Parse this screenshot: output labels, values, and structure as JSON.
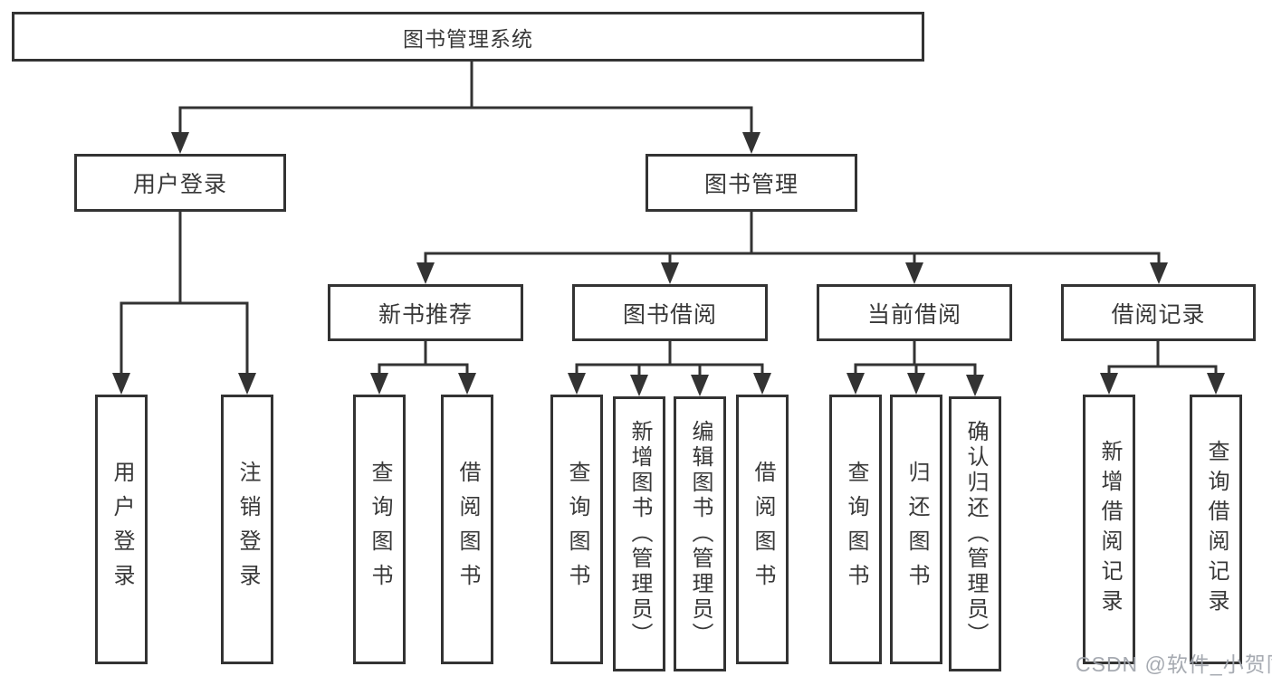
{
  "tree": {
    "label": "图书管理系统",
    "children": [
      {
        "label": "用户登录",
        "children": [
          {
            "label": "用户登录"
          },
          {
            "label": "注销登录"
          }
        ]
      },
      {
        "label": "图书管理",
        "children": [
          {
            "label": "新书推荐",
            "children": [
              {
                "label": "查询图书"
              },
              {
                "label": "借阅图书"
              }
            ]
          },
          {
            "label": "图书借阅",
            "children": [
              {
                "label": "查询图书"
              },
              {
                "label": "新增图书（管理员）"
              },
              {
                "label": "编辑图书（管理员）"
              },
              {
                "label": "借阅图书"
              }
            ]
          },
          {
            "label": "当前借阅",
            "children": [
              {
                "label": "查询图书"
              },
              {
                "label": "归还图书"
              },
              {
                "label": "确认归还（管理员）"
              }
            ]
          },
          {
            "label": "借阅记录",
            "children": [
              {
                "label": "新增借阅记录"
              },
              {
                "label": "查询借阅记录"
              }
            ]
          }
        ]
      }
    ]
  },
  "watermark": {
    "text": "CSDN @软件_小贺同学"
  },
  "colors": {
    "line": "#333333",
    "text": "#383838",
    "background": "#ffffff",
    "watermark": "#9ea3aa"
  }
}
